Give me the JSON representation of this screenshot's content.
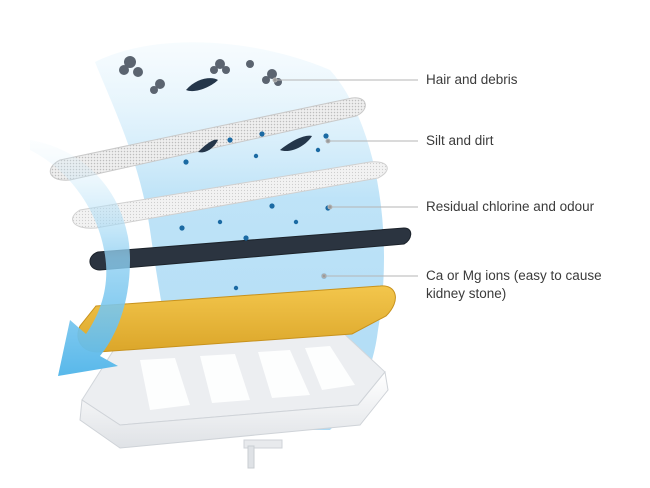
{
  "labels": {
    "hair": "Hair and debris",
    "silt": "Silt and dirt",
    "chlorine": "Residual chlorine and odour",
    "ions": "Ca or Mg ions (easy to cause\nkidney stone)"
  },
  "icons": {
    "flow": "water-flow-arrow-icon",
    "particles": "debris-particle-icon"
  },
  "colors": {
    "water": "#9fd4f3",
    "flow_arrow": "#6ec3ee",
    "mesh_layer": "#e6e6e6",
    "carbon_layer": "#2b3440",
    "resin_layer": "#e9b534",
    "tray": "#f2f3f5",
    "callout_line": "#b5b5b5",
    "text": "#3b3b3b"
  }
}
